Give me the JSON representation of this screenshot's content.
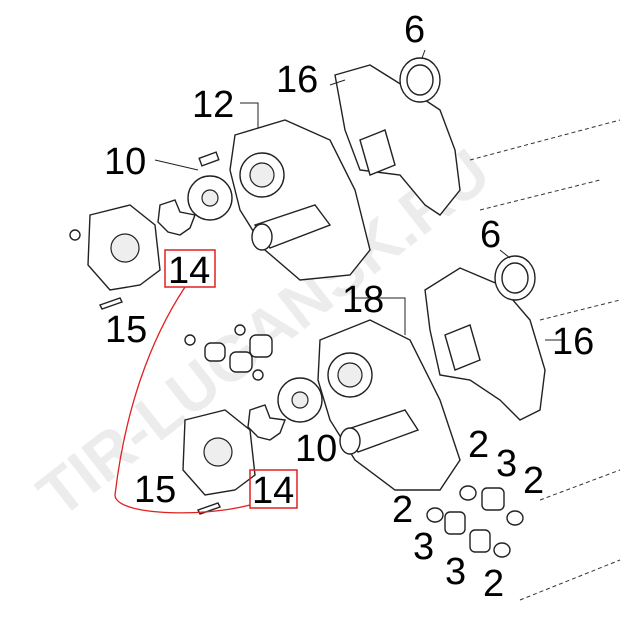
{
  "watermark": "TIR-LUGANSK.RU",
  "highlight_color": "#e02020",
  "callouts": [
    "6",
    "16",
    "12",
    "10",
    "14",
    "15",
    "6",
    "18",
    "16",
    "10",
    "2",
    "3",
    "2",
    "15",
    "14",
    "2",
    "3",
    "3",
    "2"
  ]
}
